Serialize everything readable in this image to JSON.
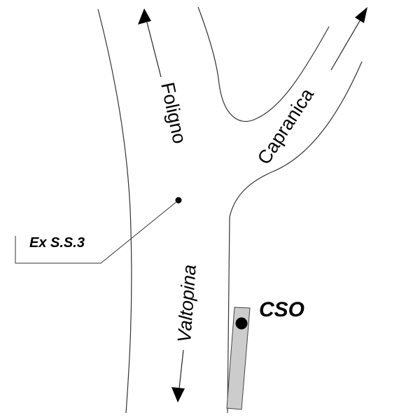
{
  "diagram": {
    "type": "road-junction-map",
    "labels": {
      "foligno": "Foligno",
      "capranica": "Capranica",
      "valtopina": "Valtopina",
      "ex_ss3": "Ex S.S.3",
      "cso": "CSO"
    },
    "directions": [
      {
        "name": "Foligno",
        "heading": "north"
      },
      {
        "name": "Capranica",
        "heading": "north-east"
      },
      {
        "name": "Valtopina",
        "heading": "south"
      }
    ],
    "colors": {
      "line": "#333333",
      "arrow": "#000000",
      "cso_fill": "#cccccc",
      "background": "#ffffff"
    }
  }
}
